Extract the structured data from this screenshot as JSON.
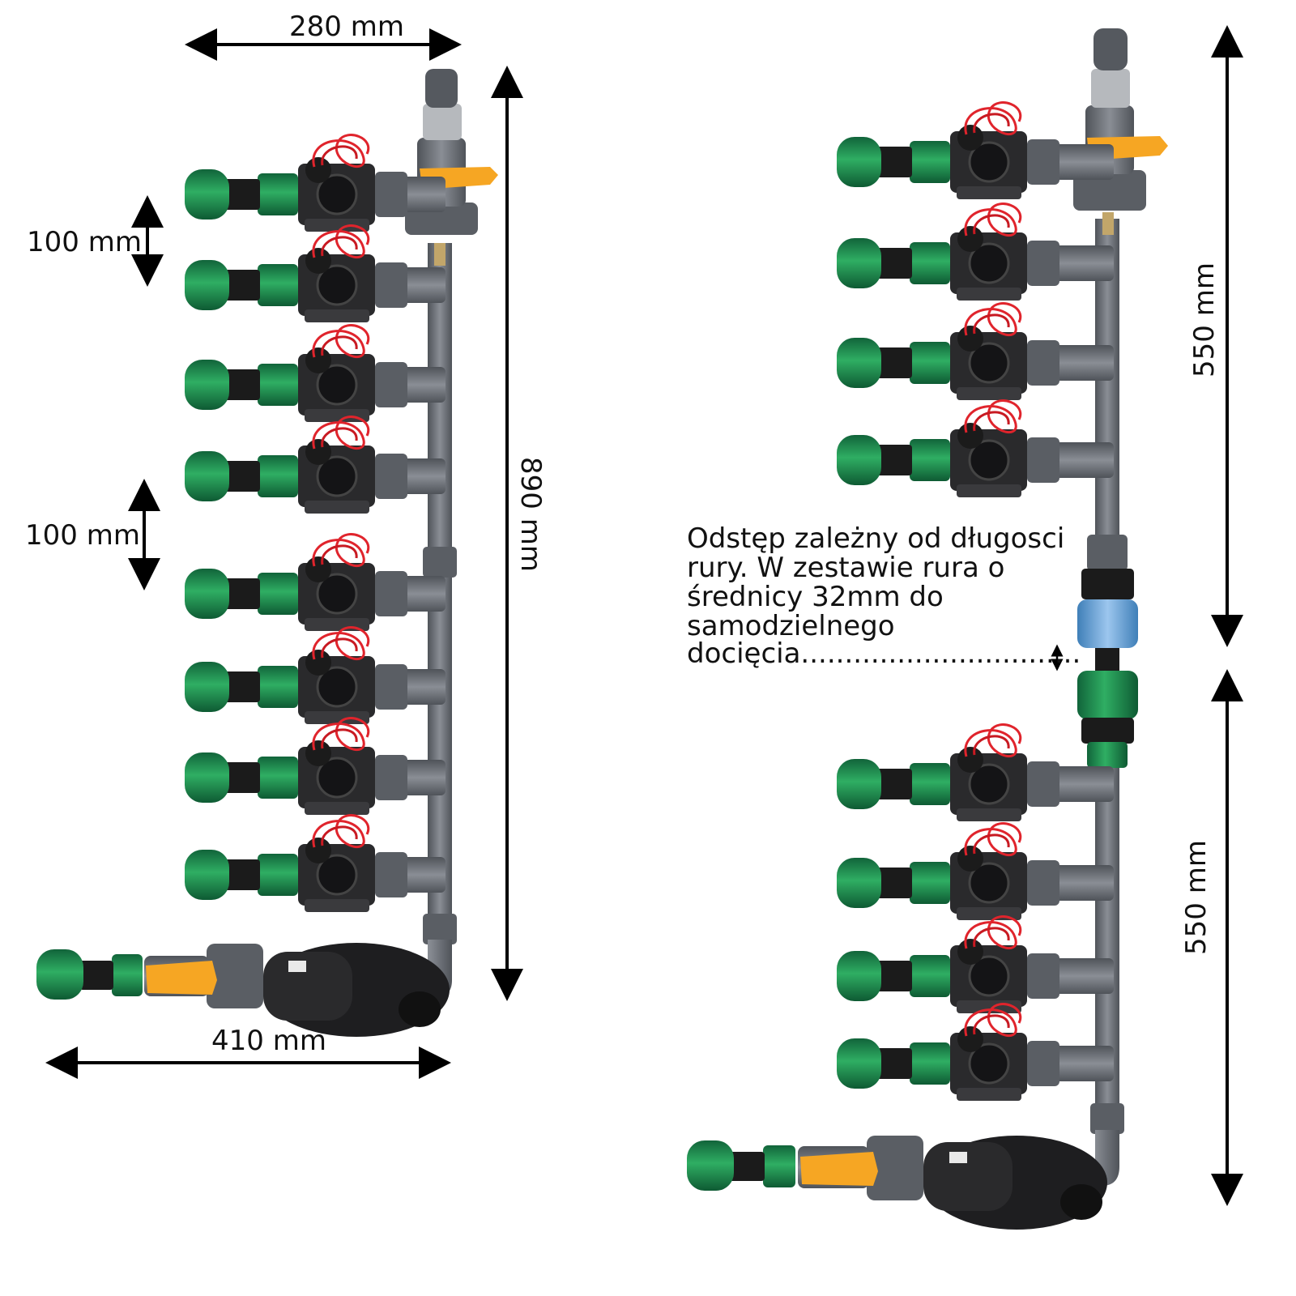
{
  "colors": {
    "pipe": "#6f737a",
    "pipe_dark": "#4f5359",
    "fitting_green": "#1f8a4c",
    "fitting_green_dark": "#11643a",
    "valve_black": "#2a2a2c",
    "wire_red": "#e0242c",
    "handle_orange": "#f6a623",
    "filter_black": "#1e1e20",
    "coupling_blue": "#6fa8dc",
    "arrow": "#000000"
  },
  "dimensions": {
    "top_width": "280 mm",
    "left_spacing_1": "100 mm",
    "left_spacing_2": "100 mm",
    "total_height": "890 mm",
    "bottom_width": "410 mm",
    "right_upper_height": "550 mm",
    "right_lower_height": "550 mm"
  },
  "note": {
    "lines": [
      "Odstęp zależny od długosci",
      "rury. W zestawie rura o",
      "średnicy 32mm do",
      "samodzielnego",
      "docięcia................................"
    ]
  },
  "icons": {
    "dimension_arrow": "double-arrow-icon",
    "small_arrow": "small-double-arrow-icon"
  }
}
